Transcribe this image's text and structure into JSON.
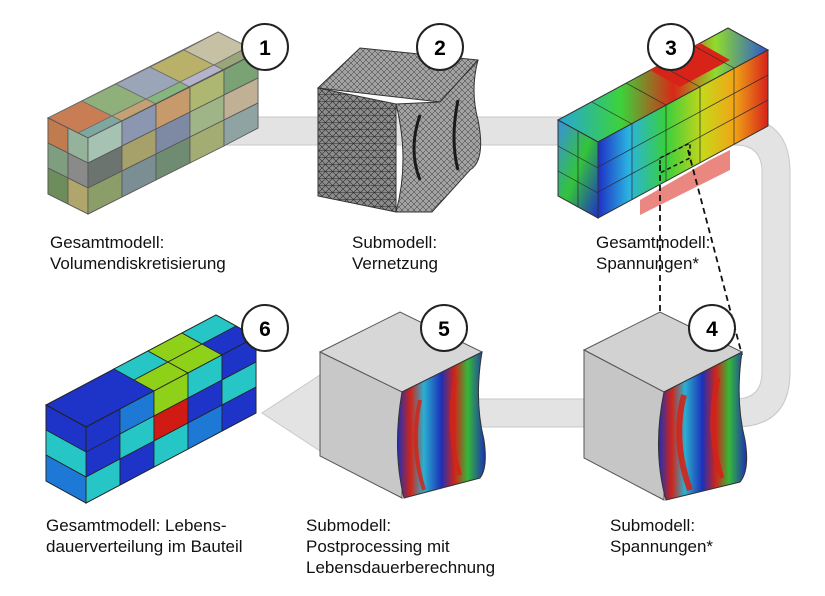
{
  "steps": [
    {
      "number": "1",
      "lines": [
        "Gesamtmodell:",
        "Volumendiskretisierung"
      ]
    },
    {
      "number": "2",
      "lines": [
        "Submodell:",
        "Vernetzung"
      ]
    },
    {
      "number": "3",
      "lines": [
        "Gesamtmodell:",
        "Spannungen*"
      ]
    },
    {
      "number": "4",
      "lines": [
        "Submodell:",
        "Spannungen*"
      ]
    },
    {
      "number": "5",
      "lines": [
        "Submodell:",
        "Postprocessing mit",
        "Lebensdauerberechnung"
      ]
    },
    {
      "number": "6",
      "lines": [
        "Gesamtmodell: Lebens-",
        "dauerverteilung im Bauteil"
      ]
    }
  ],
  "colors": {
    "flow_arrow": "#e3e3e3",
    "flow_arrow_edge": "#c4c4c4",
    "badge_fill": "#ffffff",
    "badge_stroke": "#222222",
    "fe_blue": "#1e33c8",
    "fe_red": "#d21a14",
    "fe_green": "#35c232",
    "fe_cyan": "#27c6c6",
    "fe_yellow": "#d6d61a"
  }
}
